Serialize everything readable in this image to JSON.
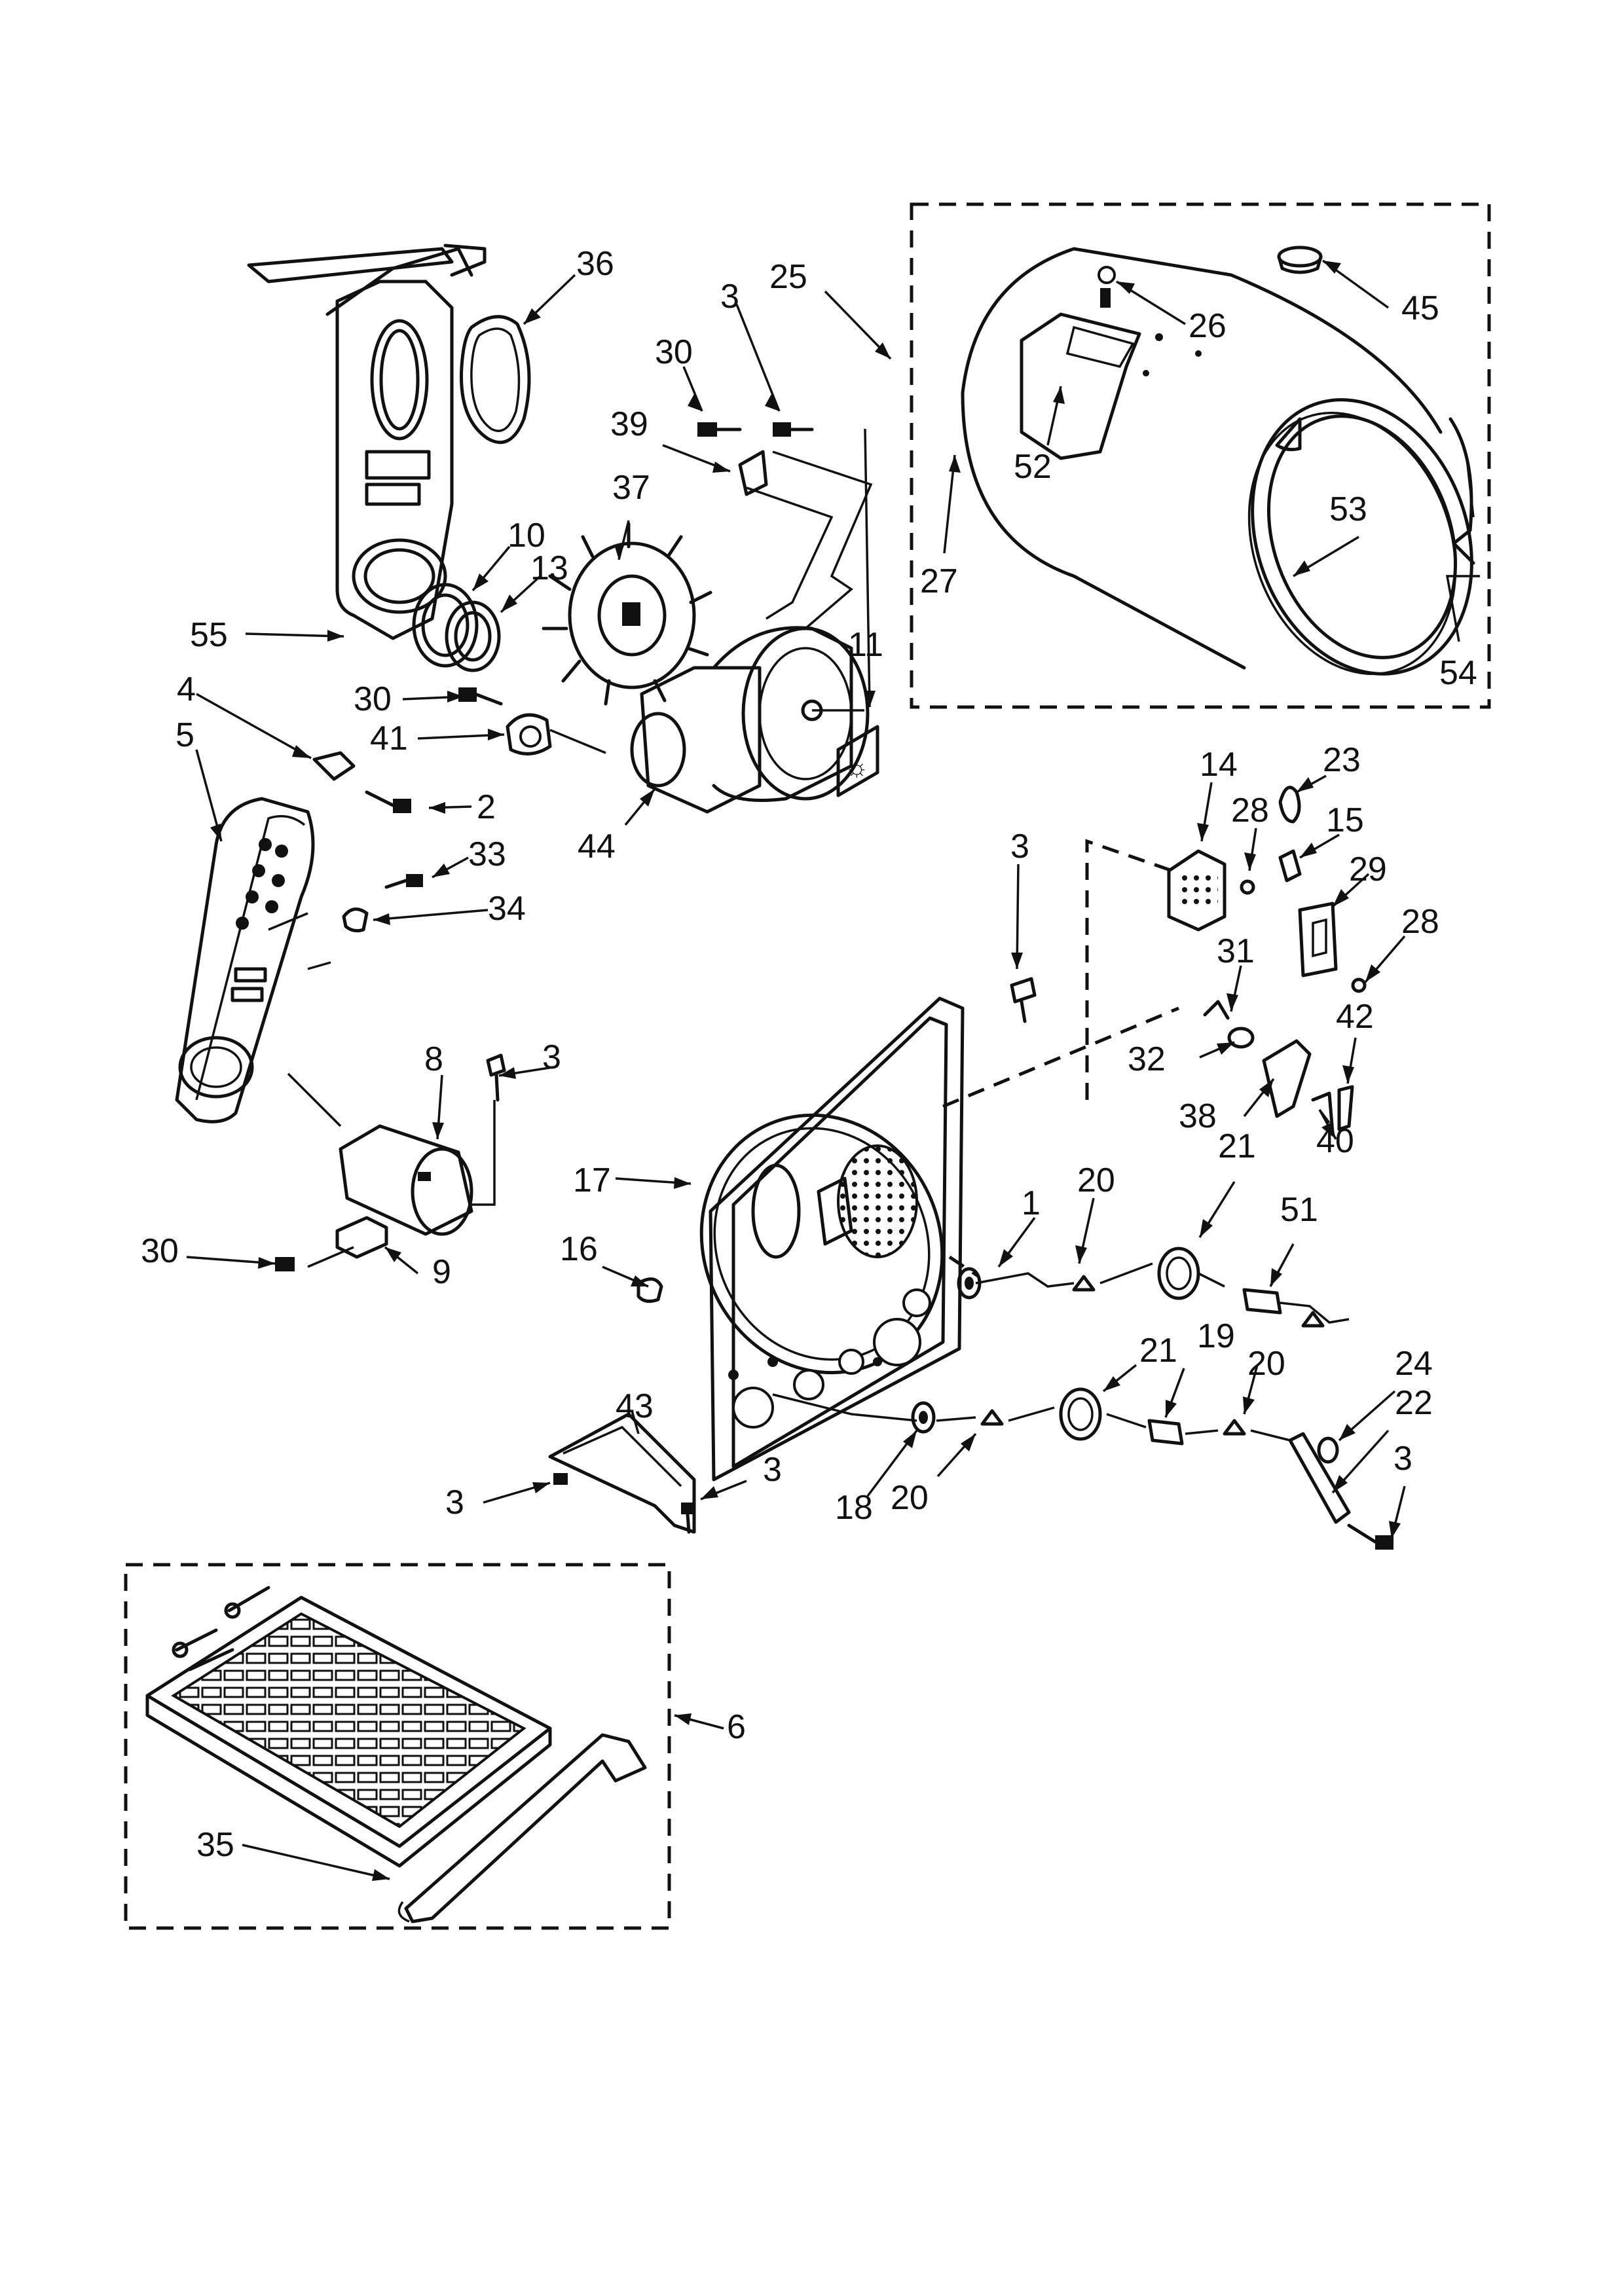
{
  "diagram": {
    "type": "exploded parts diagram",
    "callouts": [
      "36",
      "3",
      "30",
      "39",
      "37",
      "10",
      "13",
      "55",
      "4",
      "5",
      "2",
      "33",
      "34",
      "30",
      "41",
      "44",
      "11",
      "25",
      "26",
      "45",
      "27",
      "52",
      "53",
      "54",
      "3",
      "14",
      "28",
      "23",
      "15",
      "29",
      "28",
      "31",
      "32",
      "38",
      "42",
      "40",
      "8",
      "3",
      "17",
      "1",
      "20",
      "21",
      "51",
      "16",
      "30",
      "9",
      "21",
      "19",
      "20",
      "24",
      "22",
      "3",
      "43",
      "3",
      "3",
      "18",
      "20",
      "6",
      "35"
    ]
  }
}
